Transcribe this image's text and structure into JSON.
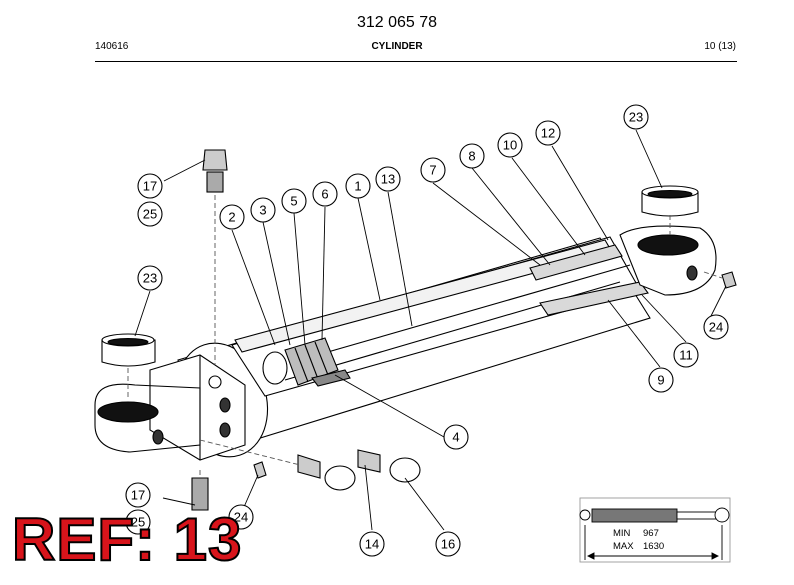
{
  "header": {
    "part_number": "312 065 78",
    "date_code": "140616",
    "title": "CYLINDER",
    "page": "10 (13)"
  },
  "callouts": [
    {
      "label": "1"
    },
    {
      "label": "2"
    },
    {
      "label": "3"
    },
    {
      "label": "4"
    },
    {
      "label": "5"
    },
    {
      "label": "6"
    },
    {
      "label": "7"
    },
    {
      "label": "8"
    },
    {
      "label": "9"
    },
    {
      "label": "10"
    },
    {
      "label": "11"
    },
    {
      "label": "12"
    },
    {
      "label": "13"
    },
    {
      "label": "14"
    },
    {
      "label": "16"
    },
    {
      "label": "17"
    },
    {
      "label": "17"
    },
    {
      "label": "23"
    },
    {
      "label": "23"
    },
    {
      "label": "24"
    },
    {
      "label": "24"
    },
    {
      "label": "25"
    },
    {
      "label": "25"
    }
  ],
  "stroke_range": {
    "min_label": "MIN",
    "min_value": "967",
    "max_label": "MAX",
    "max_value": "1630"
  },
  "reference": "REF: 13",
  "colors": {
    "reference_fill": "#d8141b",
    "line": "#000000",
    "part_fill": "#ffffff",
    "shade": "#cccccc"
  }
}
